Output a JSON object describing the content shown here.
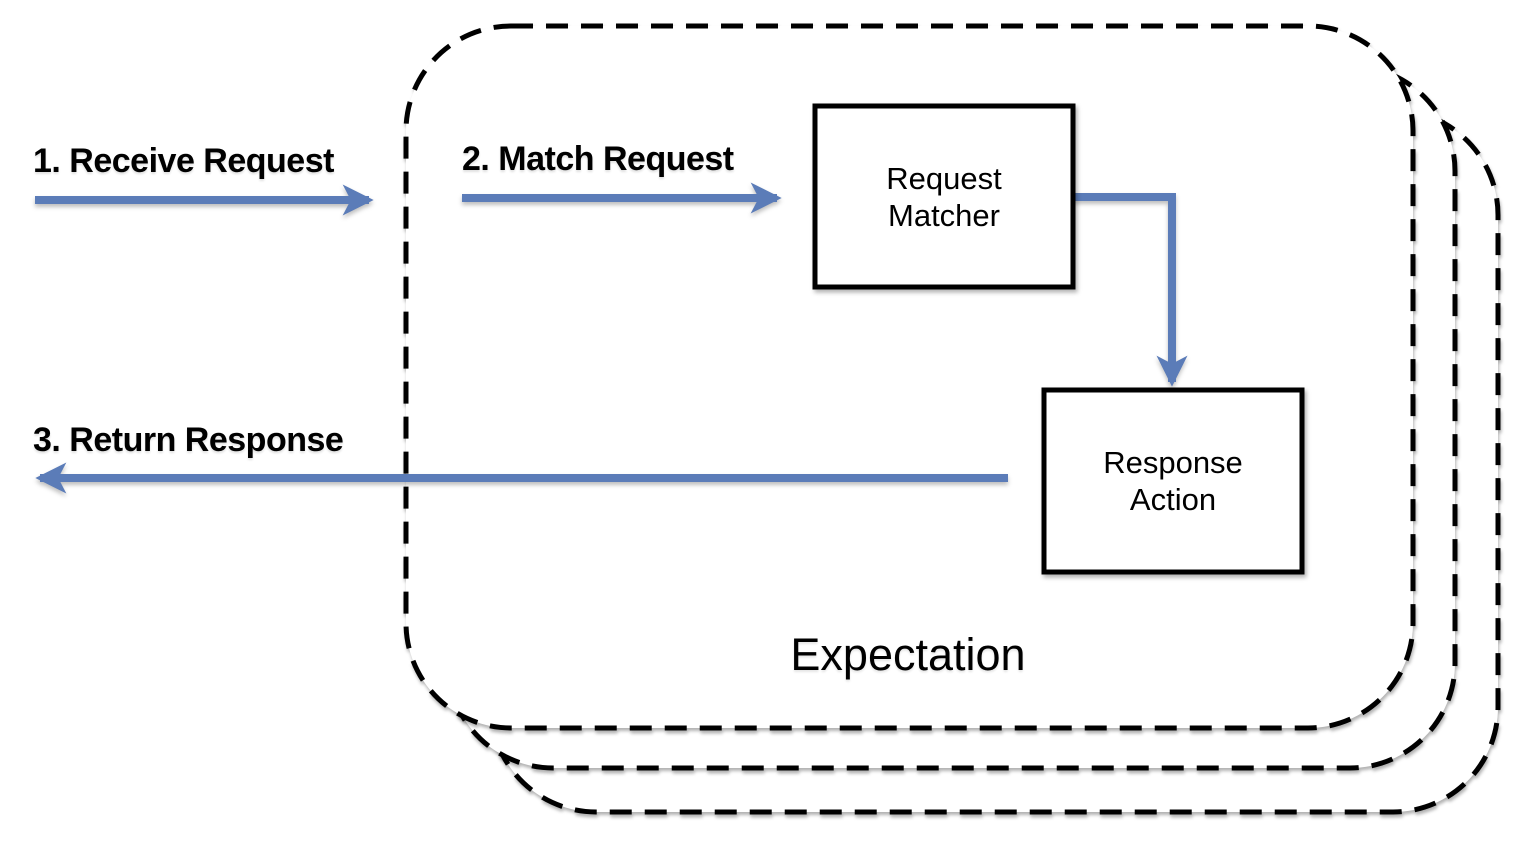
{
  "diagram": {
    "title": "Expectation",
    "steps": {
      "step1": {
        "label": "1. Receive Request"
      },
      "step2": {
        "label": "2. Match Request"
      },
      "step3": {
        "label": "3. Return Response"
      }
    },
    "nodes": {
      "request_matcher": {
        "line1": "Request",
        "line2": "Matcher"
      },
      "response_action": {
        "line1": "Response",
        "line2": "Action"
      }
    },
    "icons": {
      "step1_arrow": "arrow-right-icon",
      "step2_arrow": "arrow-right-icon",
      "matcher_to_action_arrow": "arrow-elbow-down-icon",
      "step3_arrow": "arrow-left-icon"
    },
    "colors": {
      "arrow": "#5b7cb8",
      "stroke": "#000000",
      "fill": "#ffffff"
    },
    "expectation_stack_count": 3
  }
}
